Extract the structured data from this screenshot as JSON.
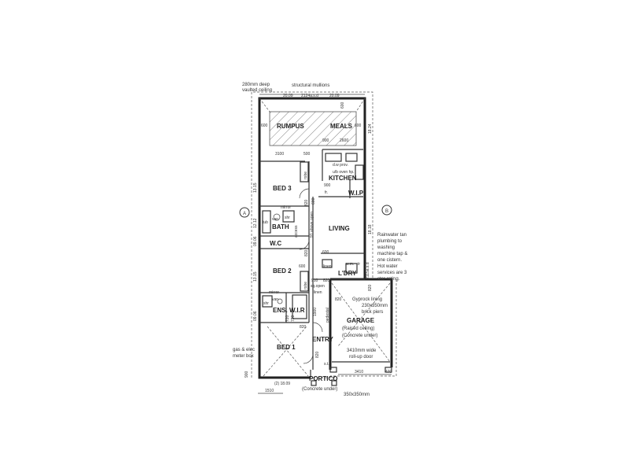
{
  "plan": {
    "grid_markers": [
      "A",
      "B"
    ],
    "rooms": {
      "rumpus": "RUMPUS",
      "meals": "MEALS",
      "kitchen": "KITCHEN",
      "wip": "W.I.P",
      "bed3": "BED 3",
      "bath": "BATH",
      "wc": "W.C",
      "living": "LIVING",
      "bed2": "BED 2",
      "ldry": "L'DRY",
      "ens": "ENS.",
      "wir": "W.I.R",
      "bed1": "BED 1",
      "entry": "ENTRY",
      "garage": "GARAGE",
      "portico": "PORTICO"
    },
    "notes": {
      "vaulted_1": "280mm deep",
      "vaulted_2": "vaulted ceiling",
      "mullions": "structural mullions",
      "dw_prov": "d.w prov.",
      "oven": "u/b oven hp.",
      "fr": "fr.",
      "mirror1": "mirror",
      "mirror2": "mirror",
      "van1": "van",
      "van2": "van",
      "tub": "tub",
      "shr1": "shr",
      "shr2": "shr",
      "access": "access",
      "open": "91 above open",
      "linen1": "linen",
      "linen2": "linen",
      "wm": "w.m.",
      "tr": "tr",
      "robe1": "robe",
      "robe2": "robe",
      "sq_open": "sq.open",
      "pedestal": "pedestal",
      "st": "s.t.",
      "rain_1": "Rainwater tan",
      "rain_2": "plumbing to",
      "rain_3": "washing",
      "rain_4": "machine tap &",
      "rain_5": "one cistern.",
      "rain_6": "Hot water",
      "rain_7": "services are 3",
      "rain_8": "star rating.",
      "gyprock": "Gyprock lining",
      "piers_1": "230x350mm",
      "piers_2": "brick piers",
      "raised": "(Raised ceiling)",
      "concrete": "(Concrete under)",
      "door_1": "3410mm wide",
      "door_2": "roll-up door",
      "portico_concrete": "(Concrete under)",
      "portico_piers": "350x350mm",
      "gas_1": "gas & elec",
      "gas_2": "meter box"
    },
    "dims": {
      "d1": "20.09",
      "d2": "2124a.s.d",
      "d3": "20.09",
      "d4": "600",
      "d5": "600",
      "d6": "600",
      "d7": "18.24",
      "d8": "3100",
      "d9": "500",
      "d10": "900",
      "d11": "2600",
      "d12": "900",
      "d13": "600",
      "d14": "13.15",
      "d15": "820",
      "d16": "12.12",
      "d17": "09.06",
      "d18": "820",
      "d19": "18.18",
      "d20": "600",
      "d21": "13.15",
      "d22": "600",
      "d23": "910",
      "d24": "820",
      "d25": "2115a.s.d",
      "d26": "820",
      "d27": "820",
      "d28": "09.06",
      "d29": "720",
      "d30": "720",
      "d31": "1900",
      "d32": "820",
      "d33": "820",
      "d34": "900",
      "d35": "(2) 18.09",
      "d36": "1510",
      "d37": "3410",
      "d38": "470"
    }
  }
}
